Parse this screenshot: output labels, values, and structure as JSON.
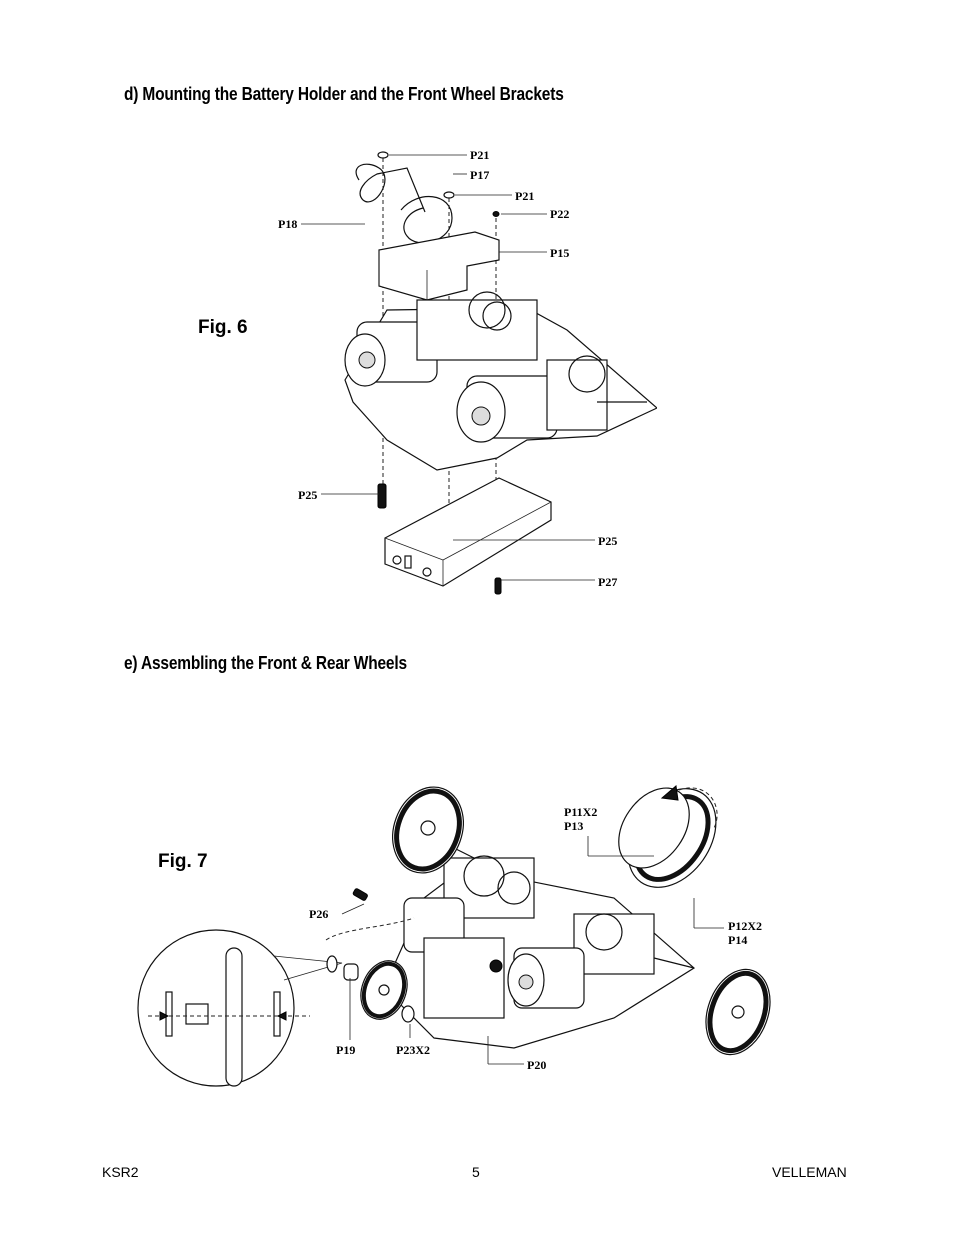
{
  "section_d": {
    "heading": "d) Mounting the Battery Holder and the Front Wheel Brackets"
  },
  "section_e": {
    "heading": "e) Assembling the Front & Rear Wheels"
  },
  "fig6": {
    "label": "Fig. 6",
    "parts": {
      "p21_top": "P21",
      "p17": "P17",
      "p21_mid": "P21",
      "p22": "P22",
      "p18": "P18",
      "p15": "P15",
      "p25_left": "P25",
      "p25_right": "P25",
      "p27": "P27"
    }
  },
  "fig7": {
    "label": "Fig. 7",
    "parts": {
      "p11x2": "P11X2",
      "p13": "P13",
      "p12x2": "P12X2",
      "p14": "P14",
      "p26": "P26",
      "p19": "P19",
      "p23x2": "P23X2",
      "p20": "P20"
    }
  },
  "footer": {
    "left": "KSR2",
    "page_number": "5",
    "right": "VELLEMAN"
  }
}
